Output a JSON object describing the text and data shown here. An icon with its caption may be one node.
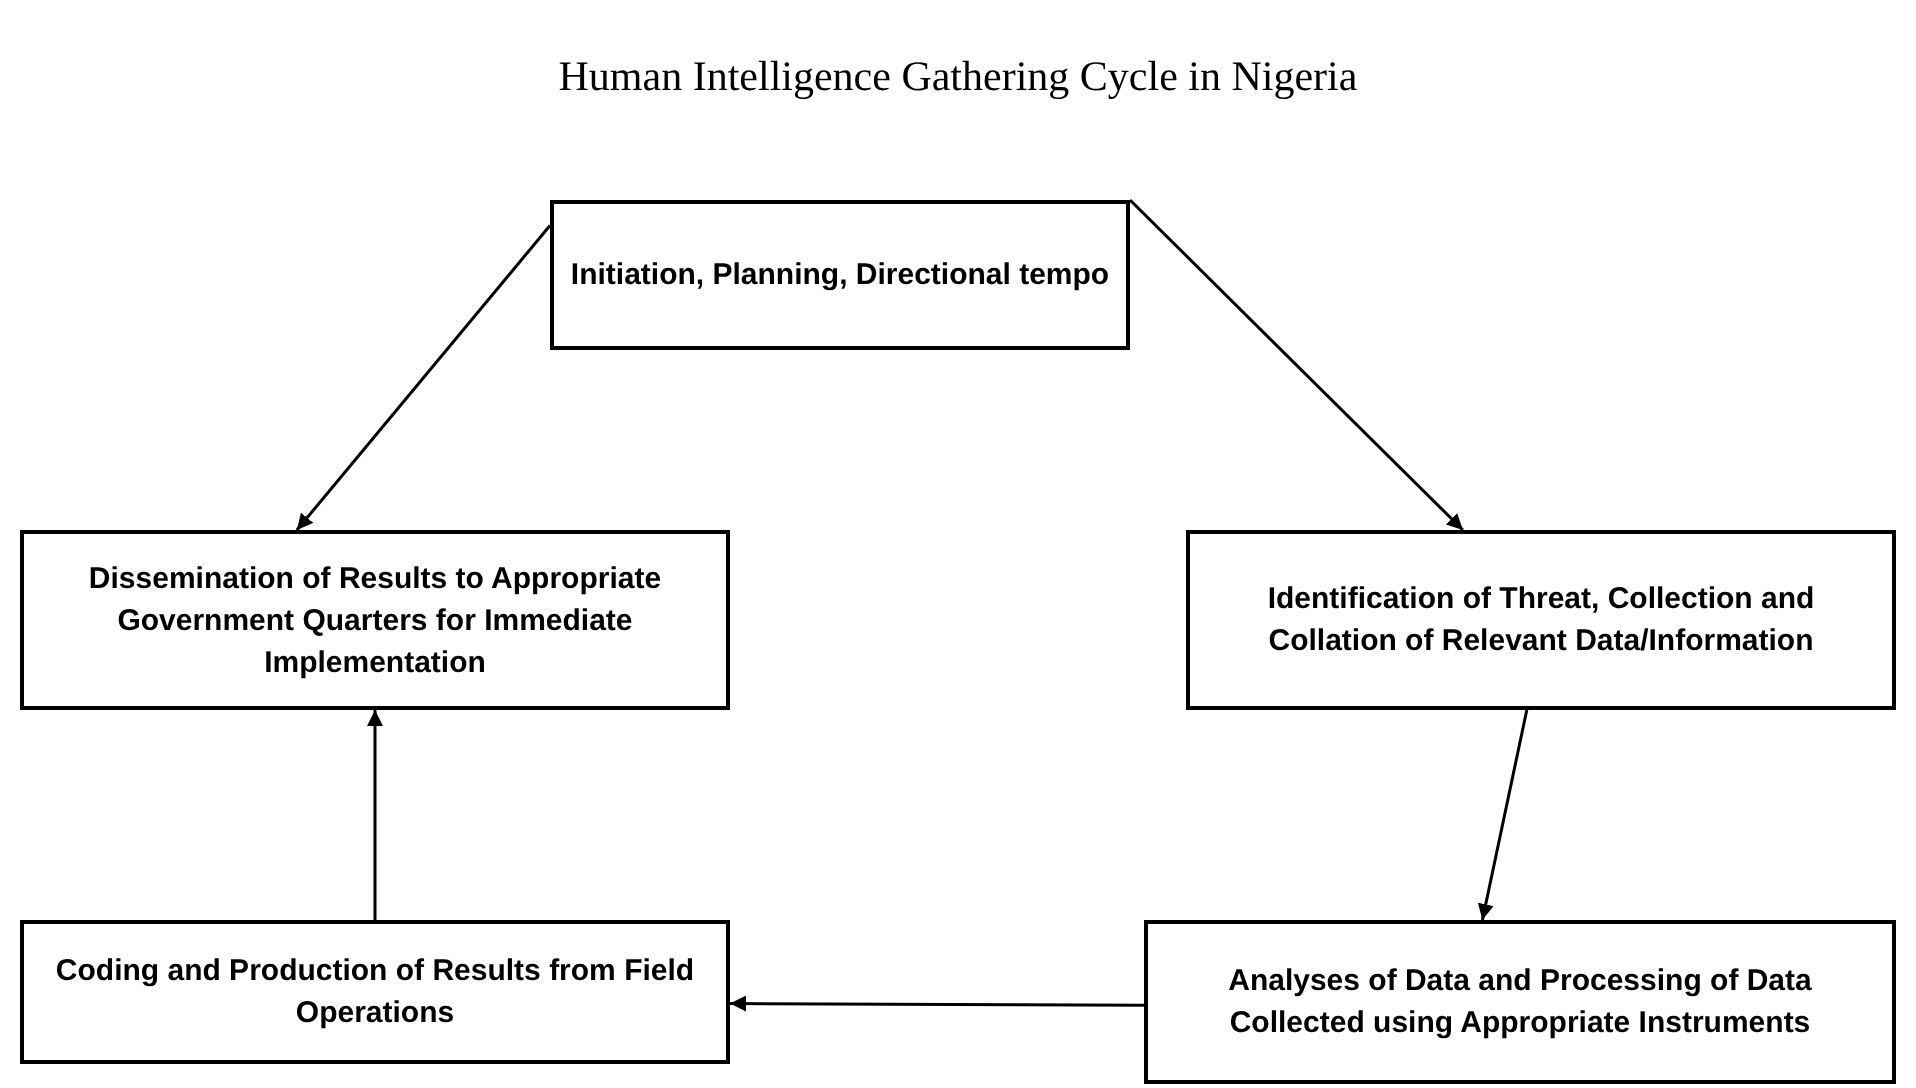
{
  "diagram": {
    "title": "Human Intelligence Gathering Cycle in Nigeria",
    "nodes": [
      {
        "text": [
          "Initiation, Planning, Directional tempo"
        ]
      },
      {
        "text": [
          "Dissemination of Results to Appropriate Government Quarters for Immediate Implementation"
        ]
      },
      {
        "text": [
          "Identification of Threat, Collection and Collation of Relevant Data/Information"
        ]
      },
      {
        "text": [
          "Analyses of Data and Processing of Data Collected using Appropriate Instruments"
        ]
      },
      {
        "text": [
          "Coding and Production of Results from Field Operations"
        ]
      }
    ],
    "edges": [
      {
        "from": 0,
        "to": 1,
        "arrow": "to"
      },
      {
        "from": 0,
        "to": 2,
        "arrow": "to"
      },
      {
        "from": 2,
        "to": 3,
        "arrow": "to"
      },
      {
        "from": 3,
        "to": 4,
        "arrow": "to"
      },
      {
        "from": 4,
        "to": 1,
        "arrow": "to"
      }
    ]
  }
}
